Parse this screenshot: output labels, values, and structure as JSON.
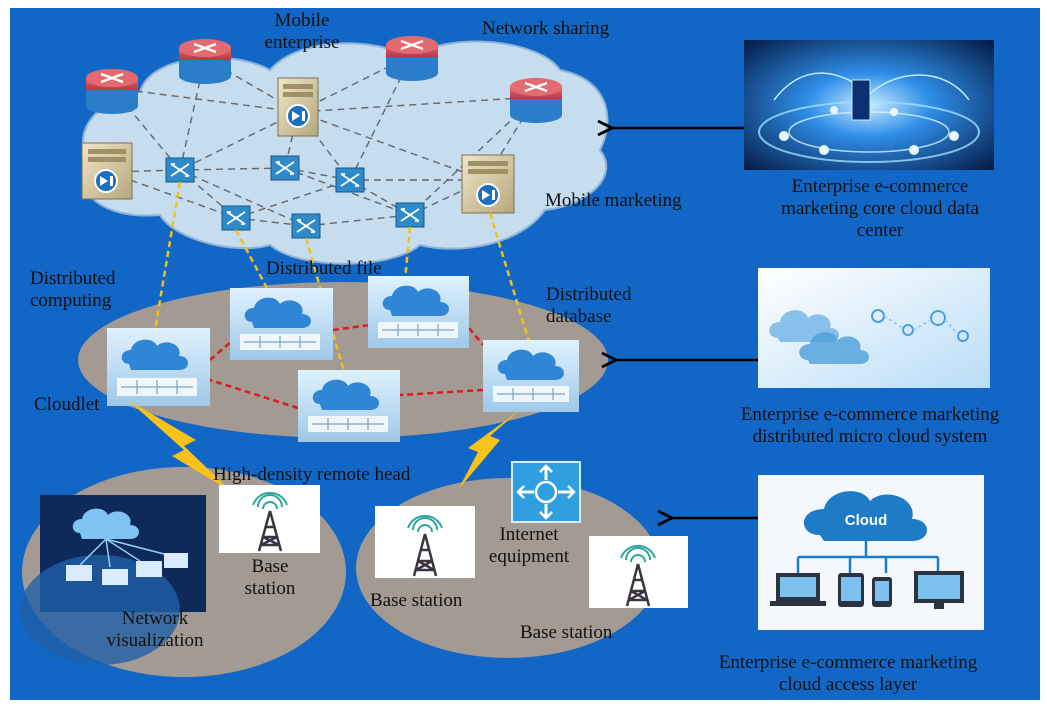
{
  "colors": {
    "background": "#1267c6",
    "top_cloud": "#c6dcef",
    "ellipse": "#a39a93",
    "dashed_link": "#666666",
    "yellow_link": "#f3c019",
    "red_link": "#e01b1b",
    "arrow": "#000000",
    "router": "#d6484f",
    "router_base": "#2a7ec9",
    "switch": "#2f8ac9",
    "lightning": "#f7c21a"
  },
  "labels": {
    "mobile_enterprise": "Mobile\nenterprise",
    "network_sharing": "Network sharing",
    "mobile_marketing": "Mobile marketing",
    "distributed_file": "Distributed file",
    "distributed_computing": "Distributed\ncomputing",
    "distributed_database": "Distributed\ndatabase",
    "cloudlet": "Cloudlet",
    "high_density": "High-density remote head",
    "internet_equipment": "Internet\nequipment",
    "base_station_1": "Base\nstation",
    "base_station_2": "Base station",
    "base_station_3": "Base station",
    "network_visualization": "Network\nvisualization"
  },
  "layers": {
    "core": "Enterprise e-commerce\nmarketing core cloud data\ncenter",
    "micro": "Enterprise e-commerce marketing\ndistributed micro cloud system",
    "access": "Enterprise e-commerce marketing\ncloud access layer"
  },
  "access_panel_text": "Cloud",
  "icons": {
    "router": "router-icon",
    "switch": "switch-icon",
    "server": "server-icon",
    "cloud_server": "cloud-server-icon",
    "tower": "tower-icon",
    "internet_equipment": "network-device-icon",
    "lightning": "lightning-icon",
    "arrow": "arrow-left-icon"
  }
}
